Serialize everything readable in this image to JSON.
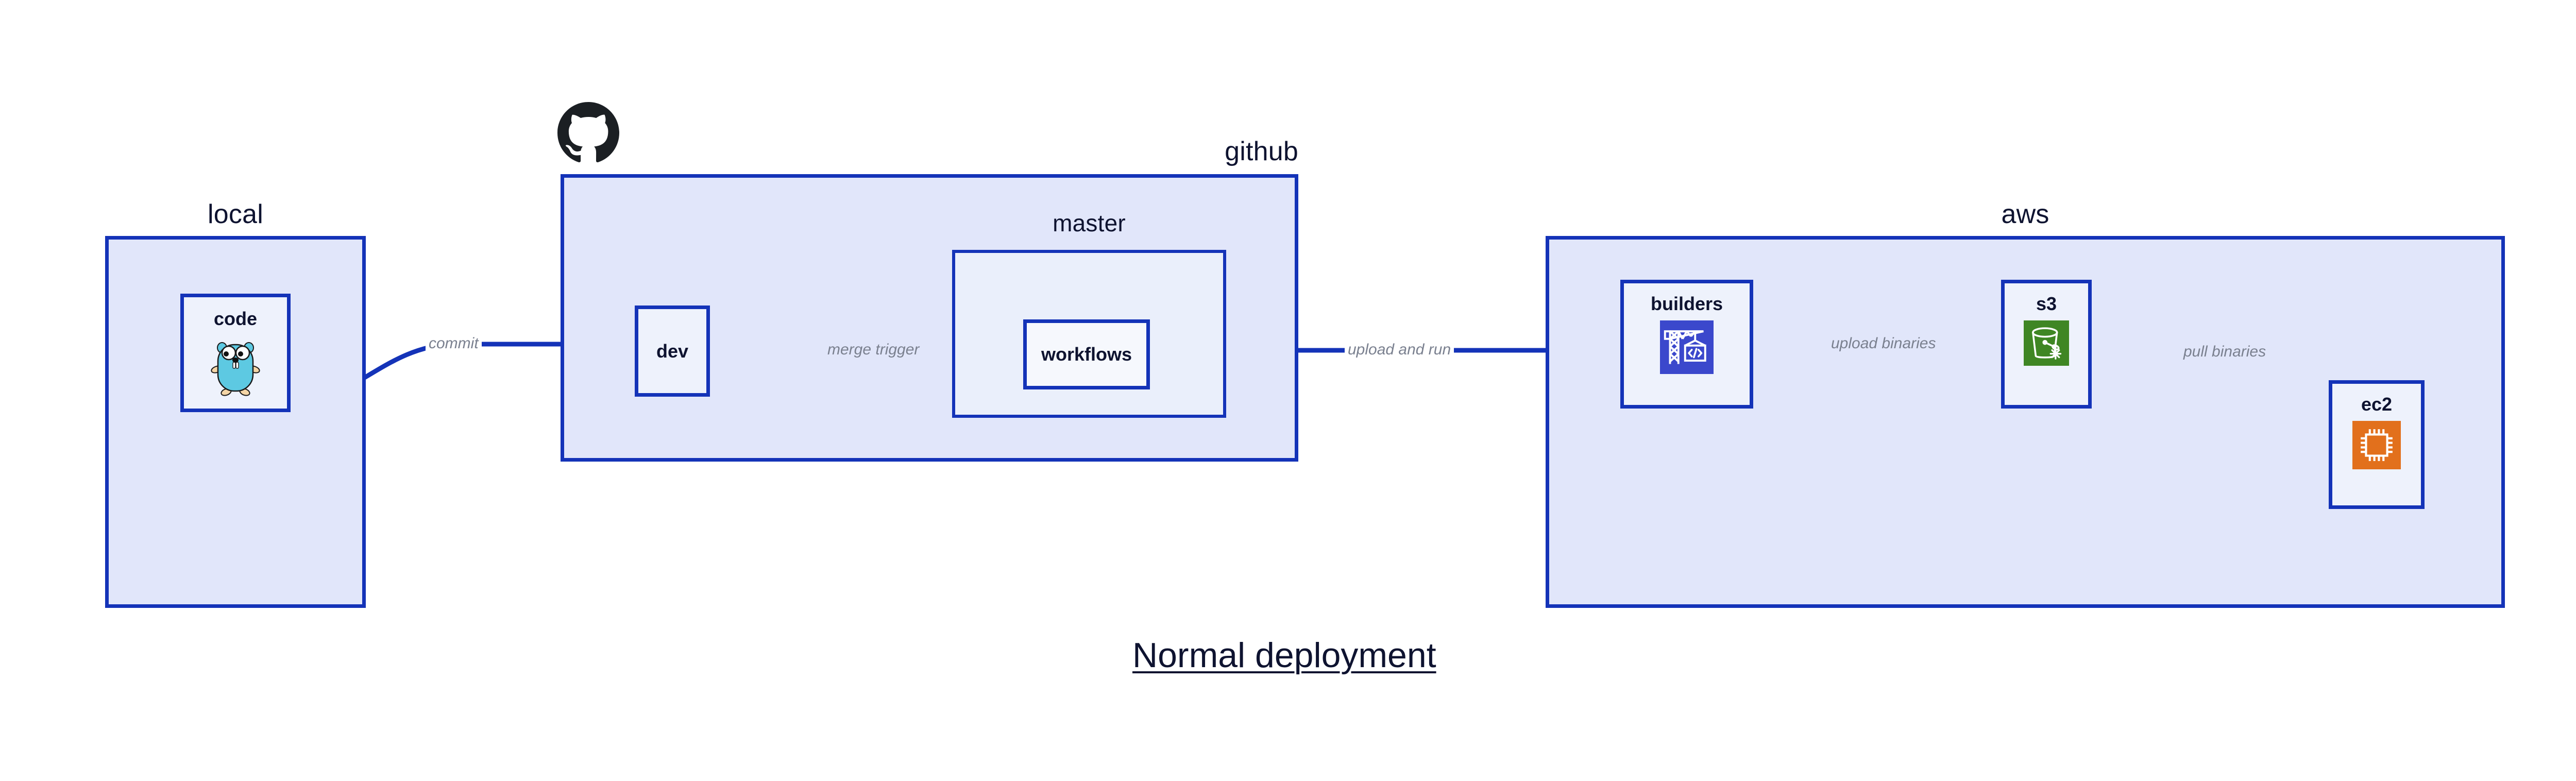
{
  "title": "Normal deployment",
  "colors": {
    "zone_fill": "#E1E6FA",
    "zone_inner_fill": "#EAEFFB",
    "node_fill": "#EEF2FC",
    "border_blue": "#1433B8",
    "edge_blue": "#1433B8",
    "label_text": "#0E1330",
    "edge_label_text": "#7A808F",
    "gopher_cyan": "#5DC9E2",
    "codebuild_blue": "#3B48CC",
    "s3_green": "#3F8624",
    "ec2_orange": "#E2701C",
    "octocat_black": "#1B1F23",
    "page_background": "#FFFFFF"
  },
  "zones": [
    {
      "id": "local",
      "label": "local",
      "label_align": "center"
    },
    {
      "id": "github",
      "label": "github",
      "label_align": "right"
    },
    {
      "id": "master",
      "label": "master",
      "label_align": "center"
    },
    {
      "id": "aws",
      "label": "aws",
      "label_align": "center"
    }
  ],
  "nodes": [
    {
      "id": "code",
      "label": "code",
      "icon": "go-gopher-icon",
      "zone": "local"
    },
    {
      "id": "dev",
      "label": "dev",
      "icon": null,
      "zone": "github"
    },
    {
      "id": "workflows",
      "label": "workflows",
      "icon": null,
      "zone": "master"
    },
    {
      "id": "builders",
      "label": "builders",
      "icon": "aws-codebuild-icon",
      "zone": "aws"
    },
    {
      "id": "s3",
      "label": "s3",
      "icon": "aws-s3-bucket-icon",
      "zone": "aws"
    },
    {
      "id": "ec2",
      "label": "ec2",
      "icon": "aws-ec2-chip-icon",
      "zone": "aws"
    }
  ],
  "edges": [
    {
      "id": "commit",
      "label": "commit",
      "from": "code",
      "to": "dev"
    },
    {
      "id": "merge-trigger",
      "label": "merge trigger",
      "from": "dev",
      "to": "workflows"
    },
    {
      "id": "upload-and-run",
      "label": "upload and run",
      "from": "workflows",
      "to": "builders"
    },
    {
      "id": "upload-binaries",
      "label": "upload binaries",
      "from": "builders",
      "to": "s3"
    },
    {
      "id": "pull-binaries",
      "label": "pull binaries",
      "from": "s3",
      "to": "ec2"
    }
  ],
  "logos": [
    {
      "id": "github-logo",
      "icon": "github-octocat-icon"
    }
  ]
}
